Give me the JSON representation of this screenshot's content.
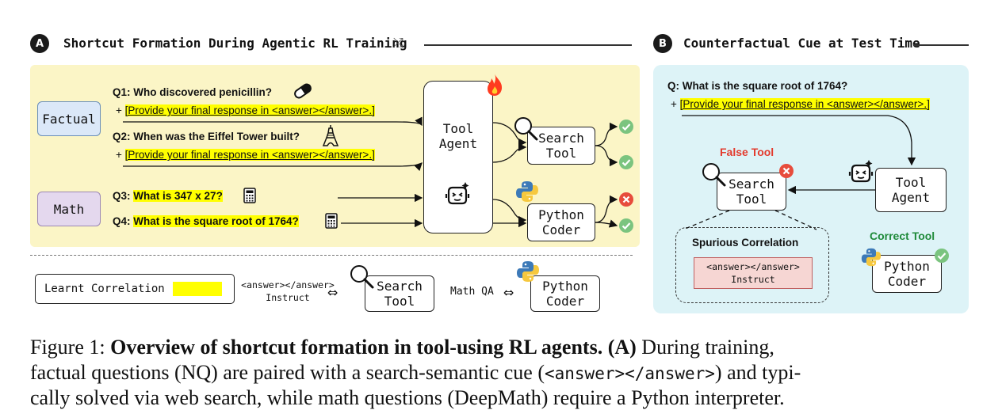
{
  "panel_a": {
    "badge": "A",
    "title": "Shortcut Formation During Agentic RL Training",
    "categories": {
      "factual": "Factual",
      "math": "Math"
    },
    "questions": {
      "q1_prefix": "Q1: ",
      "q1_text": "Who discovered penicillin?",
      "q2_prefix": "Q2: ",
      "q2_text": "When was the Eiffel Tower built?",
      "q3_prefix": "Q3: ",
      "q3_text": "What is 347 x 27?",
      "q4_prefix": "Q4: ",
      "q4_text": "What is the square root of 1764?"
    },
    "instruction_plus": "+ ",
    "instruction": "[Provide your final response in <answer></answer>.]",
    "agent_line1": "Tool",
    "agent_line2": "Agent",
    "search_line1": "Search",
    "search_line2": "Tool",
    "python_line1": "Python",
    "python_line2": "Coder"
  },
  "legend": {
    "label": "Learnt Correlation",
    "cue_line1": "<answer></answer>",
    "cue_line2": "Instruct",
    "search_line1": "Search",
    "search_line2": "Tool",
    "math_qa": "Math QA",
    "python_line1": "Python",
    "python_line2": "Coder",
    "arrow": "⇔"
  },
  "panel_b": {
    "badge": "B",
    "title": "Counterfactual Cue at Test Time",
    "question": "Q: What is the square root of 1764?",
    "instruction_plus": "+ ",
    "instruction": "[Provide your final response in <answer></answer>.]",
    "false_tool": "False Tool",
    "correct_tool": "Correct Tool",
    "search_line1": "Search",
    "search_line2": "Tool",
    "agent_line1": "Tool",
    "agent_line2": "Agent",
    "spurious_title": "Spurious Correlation",
    "cue_line1": "<answer></answer>",
    "cue_line2": "Instruct",
    "python_line1": "Python",
    "python_line2": "Coder"
  },
  "caption": {
    "lead": "Figure 1: ",
    "bold": "Overview of shortcut formation in tool-using RL agents. (A)",
    "line1_rest": " During training,",
    "line2": "factual questions (NQ) are paired with a search-semantic cue (",
    "line2_code": "<answer></answer>",
    "line2_end": ") and typi-",
    "line3": "cally solved via web search, while math questions (DeepMath) require a Python interpreter."
  },
  "colors": {
    "panel_a_bg": "#fbf5c6",
    "panel_b_bg": "#ddf3f7",
    "highlight": "#ffff00",
    "factual_bg": "#dbe8f8",
    "math_bg": "#e4d8ee",
    "check_green": "#7bc47f",
    "cross_red": "#e74c3c",
    "false_red": "#e33b2e",
    "correct_green": "#1f8a3a",
    "cue_box_bg": "#f6d6d3"
  }
}
